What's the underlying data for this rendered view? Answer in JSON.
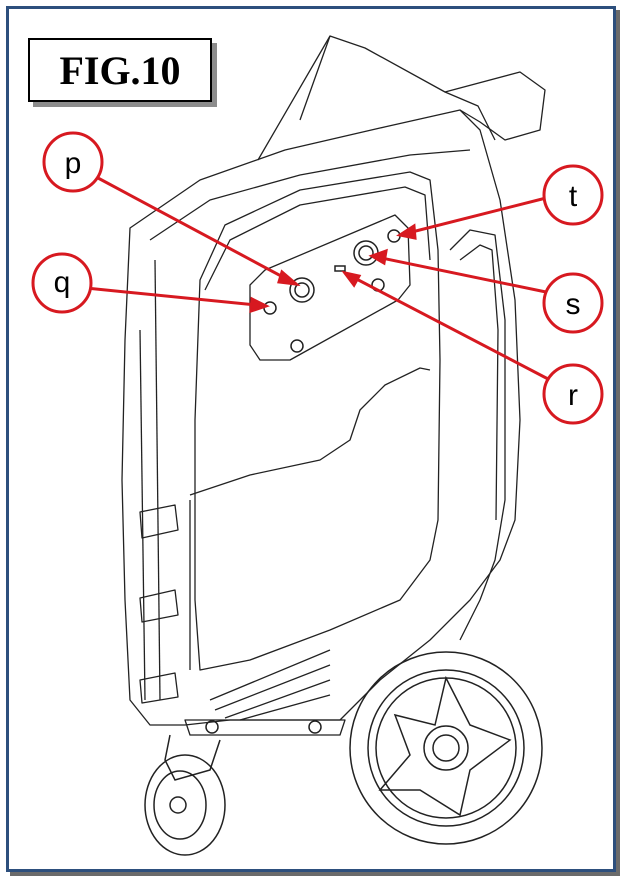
{
  "figure": {
    "title": "FIG.10"
  },
  "callouts": [
    {
      "id": "p",
      "label": "p"
    },
    {
      "id": "q",
      "label": "q"
    },
    {
      "id": "t",
      "label": "t"
    },
    {
      "id": "s",
      "label": "s"
    },
    {
      "id": "r",
      "label": "r"
    }
  ],
  "colors": {
    "frame": "#2d4f7d",
    "callout": "#d71920",
    "line": "#000000"
  }
}
